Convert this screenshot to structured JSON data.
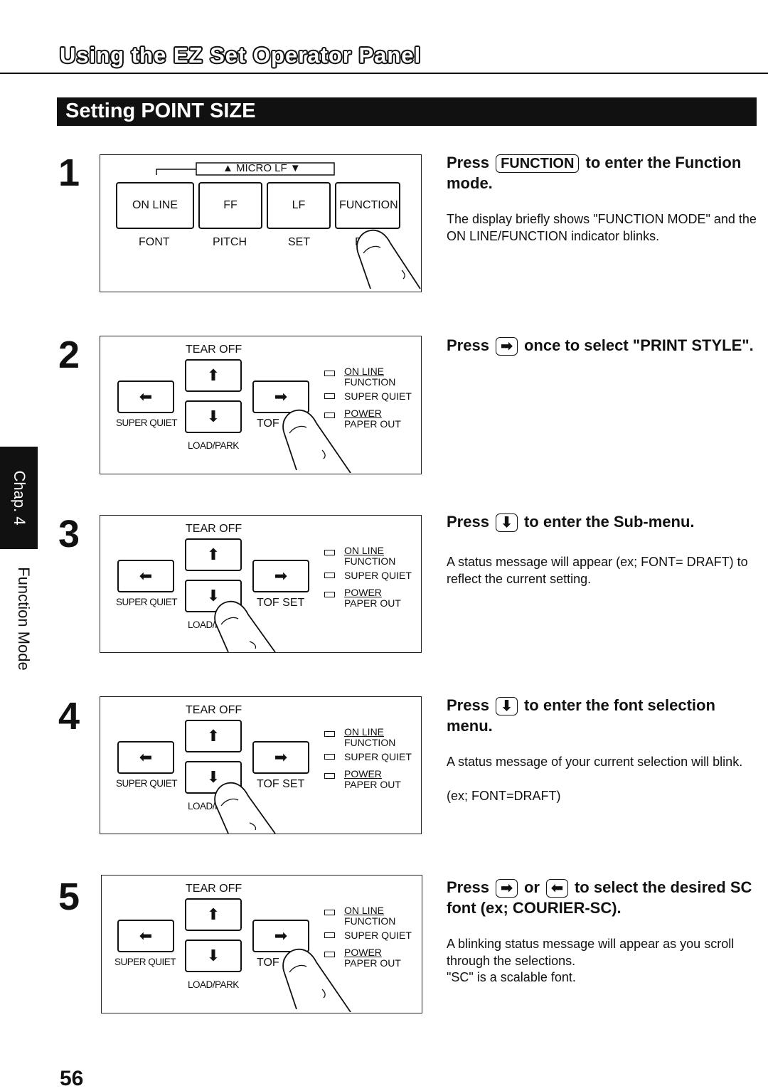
{
  "header": {
    "title": "Using the EZ Set Operator Panel"
  },
  "section": {
    "title": "Setting POINT SIZE"
  },
  "side_tab": {
    "chapter": "Chap. 4",
    "section": "Function Mode"
  },
  "page_number": "56",
  "panel_a": {
    "micro_lf": "▲ MICRO LF ▼",
    "keys": [
      "ON LINE",
      "FF",
      "LF",
      "FUNCTION"
    ],
    "sublabels": [
      "FONT",
      "PITCH",
      "SET",
      "EX"
    ]
  },
  "panel_b": {
    "tear_off": "TEAR OFF",
    "super_quiet": "SUPER QUIET",
    "load_park": "LOAD/PARK",
    "tof_set": "TOF SET",
    "up": "⬆",
    "down": "⬇",
    "left": "⬅",
    "right": "➡",
    "ind_online": "ON LINE",
    "ind_function": "FUNCTION",
    "ind_superquiet": "SUPER QUIET",
    "ind_power": "POWER",
    "ind_paperout": "PAPER OUT"
  },
  "steps": [
    {
      "num": "1",
      "pre": "Press",
      "key": "FUNCTION",
      "post": "to enter the Function mode.",
      "body": "The display briefly shows \"FUNCTION MODE\" and the ON LINE/FUNCTION indicator blinks."
    },
    {
      "num": "2",
      "pre": "Press",
      "key": "➡",
      "post": "once to select \"PRINT STYLE\".",
      "body": ""
    },
    {
      "num": "3",
      "pre": "Press",
      "key": "⬇",
      "post": "to enter the Sub-menu.",
      "body": "A status message will appear (ex; FONT= DRAFT) to reflect the current setting."
    },
    {
      "num": "4",
      "pre": "Press",
      "key": "⬇",
      "post": "to enter the font selection menu.",
      "body": "A status message of your current selection will blink.",
      "body2": "(ex; FONT=DRAFT)"
    },
    {
      "num": "5",
      "pre": "Press",
      "key": "➡",
      "mid": "or",
      "key2": "⬅",
      "post": "to select the desired SC font (ex; COURIER-SC).",
      "body": "A blinking status message will appear as you scroll through the selections.",
      "body2": "\"SC\" is a scalable font."
    }
  ]
}
